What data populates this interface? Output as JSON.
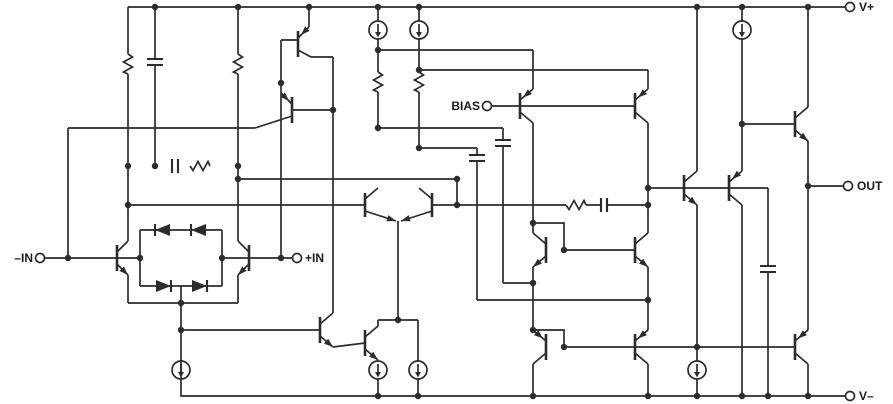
{
  "diagram": {
    "kind": "op-amp simplified internal schematic",
    "labels": {
      "v_plus": "V+",
      "v_minus": "V–",
      "out": "OUT",
      "bias": "BIAS",
      "in_neg": "–IN",
      "in_pos": "+IN"
    },
    "colors": {
      "line": "#2d2b2c",
      "text": "#1a1a1a",
      "background": "#ffffff"
    },
    "component_counts": {
      "transistors": 18,
      "current_sources": 7,
      "diodes": 4,
      "capacitors": 6,
      "resistors": 6,
      "terminals": 6
    }
  }
}
